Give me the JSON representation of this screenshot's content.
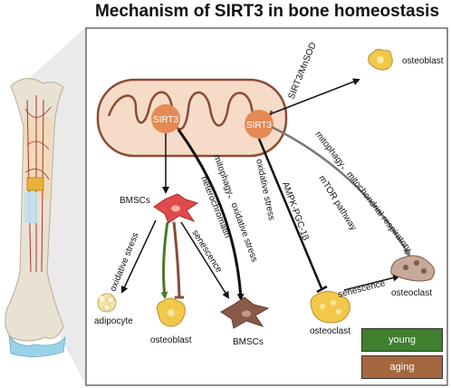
{
  "title": "Mechanism of SIRT3 in bone homeostasis",
  "sirt3_left": "SIRT3",
  "sirt3_right": "SIRT3",
  "sirt3_mnsod": "SIRT3/MnSOD",
  "osteoblast_top": "osteoblast",
  "bmscs_top": "BMSCs",
  "label_oxidative_stress_left": "oxidative stress",
  "label_senescence_left": "senescence",
  "label_heterochromatin": "heterochromatin",
  "label_mitophagy_oxidative": "mitophagy、oxidative stress",
  "label_oxidative_stress_mid": "oxidative stress",
  "label_ampk": "AMPK-PGC-1β",
  "label_mtor": "mTOR pathway",
  "label_mitophagy_resp": "mitophagy、mitochondrial respiratory",
  "label_senescence_right": "senescence",
  "adipocyte": "adipocyte",
  "osteoblast_bottom": "osteoblast",
  "bmscs_bottom": "BMSCs",
  "osteoclast_mid": "osteoclast",
  "osteoclast_right": "osteoclast",
  "legend": {
    "young": "young",
    "aging": "aging"
  },
  "colors": {
    "young": "#3f7f2e",
    "aging": "#a5673f",
    "mito_fill": "#f6dcc8",
    "mito_stroke": "#8a4b36",
    "sirt3": "#e58a56"
  }
}
